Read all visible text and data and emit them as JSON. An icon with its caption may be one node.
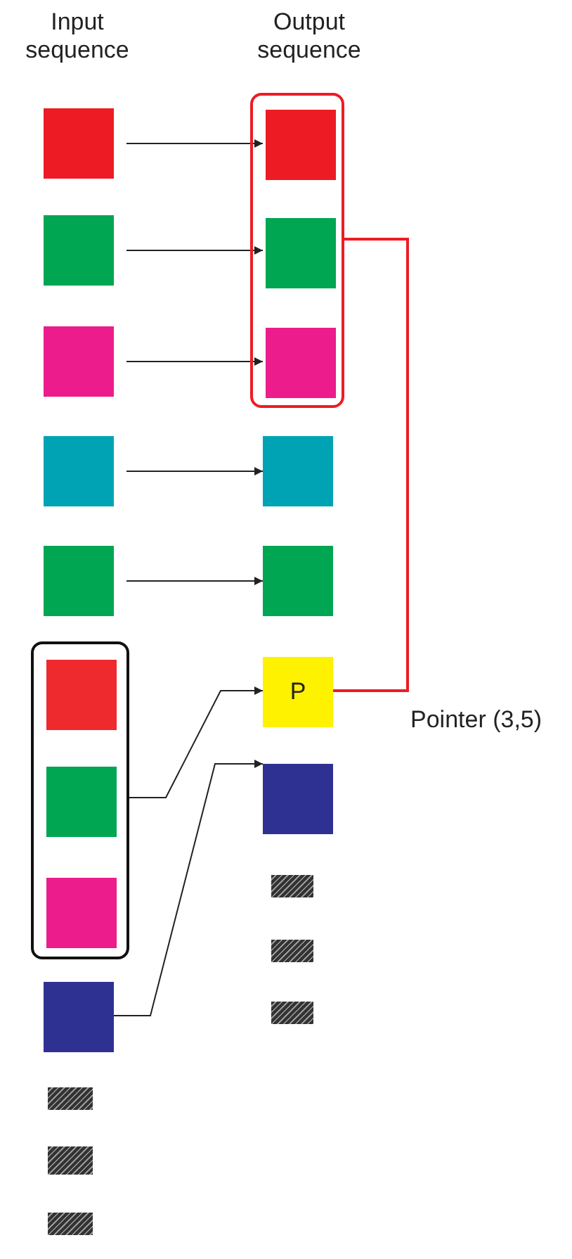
{
  "diagram": {
    "nodes": [
      {
        "text": [],
        "shape": "box"
      },
      {
        "text": [],
        "shape": "box"
      },
      {
        "text": [],
        "shape": "box"
      },
      {
        "text": [],
        "shape": "box"
      },
      {
        "text": [],
        "shape": "box"
      },
      {
        "text": [],
        "shape": "box"
      },
      {
        "text": [],
        "shape": "box",
        "in": 5
      },
      {
        "text": [],
        "shape": "box",
        "in": 5
      },
      {
        "text": [],
        "shape": "box",
        "in": 5
      },
      {
        "text": [],
        "shape": "box"
      },
      {
        "text": [],
        "shape": "box"
      },
      {
        "text": [],
        "shape": "box"
      },
      {
        "text": [],
        "shape": "box"
      },
      {
        "text": [],
        "shape": "box"
      },
      {
        "text": [],
        "shape": "box",
        "in": 13
      },
      {
        "text": [],
        "shape": "box",
        "in": 13
      },
      {
        "text": [],
        "shape": "box",
        "in": 13
      },
      {
        "text": [],
        "shape": "box"
      },
      {
        "text": [],
        "shape": "box"
      },
      {
        "text": [
          "P"
        ]
      },
      {
        "text": [],
        "shape": "box"
      },
      {
        "text": [],
        "shape": "box"
      },
      {
        "text": [],
        "shape": "box"
      },
      {
        "text": [],
        "shape": "box"
      }
    ],
    "edges": [
      {
        "from": 0,
        "to": 14,
        "arrow": "to"
      },
      {
        "from": 1,
        "to": 15,
        "arrow": "to"
      },
      {
        "from": 2,
        "to": 16,
        "arrow": "to"
      },
      {
        "from": 3,
        "to": 17,
        "arrow": "to"
      },
      {
        "from": 4,
        "to": 18,
        "arrow": "to"
      },
      {
        "from": 5,
        "to": 19,
        "arrow": "to"
      },
      {
        "from": 9,
        "to": 20,
        "arrow": "to"
      },
      {
        "from": 13,
        "to": 19,
        "arrow": "none",
        "color": "#ed1c24"
      }
    ],
    "labels": [
      "Input sequence",
      "Output sequence",
      "Pointer (3,5)"
    ]
  }
}
